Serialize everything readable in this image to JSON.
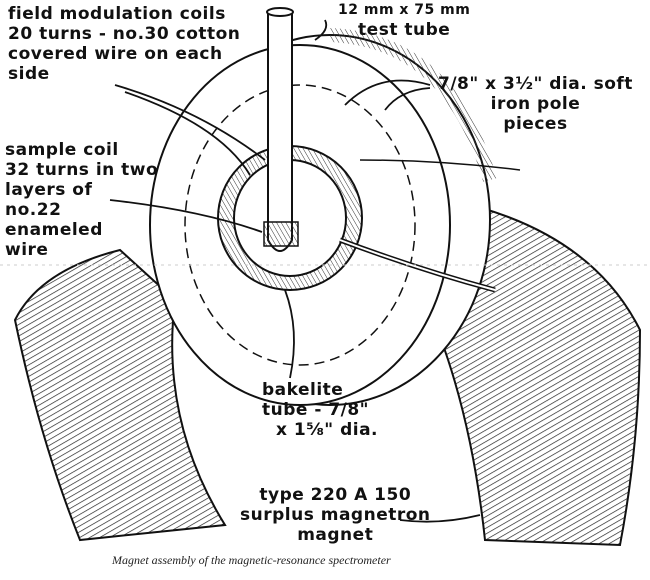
{
  "labels": {
    "field_coils": [
      "field modulation coils",
      "20 turns - no.30 cotton",
      "covered wire on each",
      "side"
    ],
    "test_tube": [
      "12 mm x 75 mm",
      "test tube"
    ],
    "pole_pieces": [
      "7/8\" x 3½\" dia. soft",
      "iron pole",
      "pieces"
    ],
    "sample_coil": [
      "sample coil",
      "32 turns in two",
      "layers of",
      "no.22",
      "enameled",
      "wire"
    ],
    "bakelite_tube": [
      "bakelite",
      "tube - 7/8\"",
      "x 1⅝\" dia."
    ],
    "magnet": [
      "type 220 A 150",
      "surplus magnetron",
      "magnet"
    ]
  },
  "caption": "Magnet assembly of the magnetic-resonance spectrometer"
}
